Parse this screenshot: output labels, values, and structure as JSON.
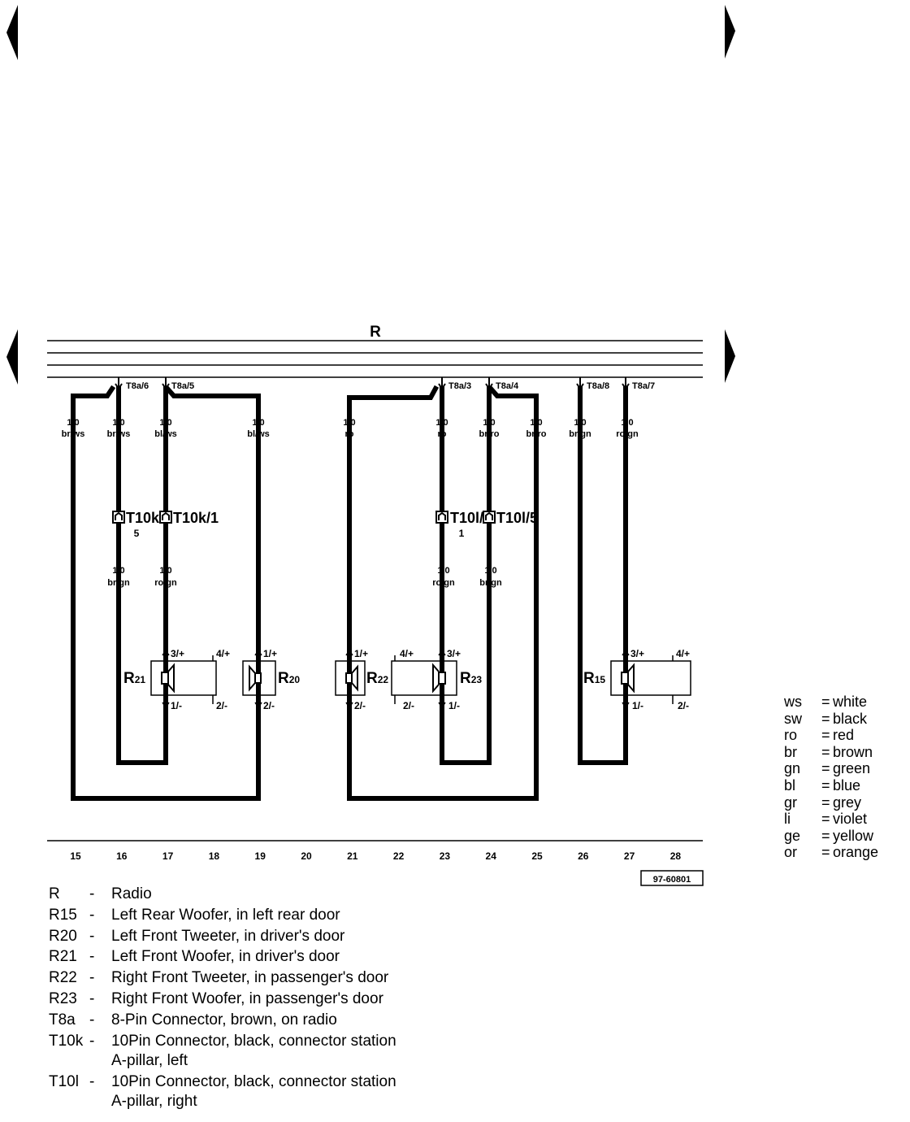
{
  "diagram": {
    "id": "97-60801",
    "radio_label": "R",
    "track_numbers": [
      "15",
      "16",
      "17",
      "18",
      "19",
      "20",
      "21",
      "22",
      "23",
      "24",
      "25",
      "26",
      "27",
      "28"
    ],
    "radio_pins": [
      {
        "id": "t8a6",
        "label": "T8a/6"
      },
      {
        "id": "t8a5",
        "label": "T8a/5"
      },
      {
        "id": "t8a3",
        "label": "T8a/3"
      },
      {
        "id": "t8a4",
        "label": "T8a/4"
      },
      {
        "id": "t8a8",
        "label": "T8a/8"
      },
      {
        "id": "t8a7",
        "label": "T8a/7"
      }
    ],
    "wires_top": [
      {
        "id": "w15",
        "size": "1,0",
        "color": "br/ws"
      },
      {
        "id": "w16",
        "size": "1,0",
        "color": "br/ws"
      },
      {
        "id": "w17",
        "size": "1,0",
        "color": "bl/ws"
      },
      {
        "id": "w19",
        "size": "1,0",
        "color": "bl/ws"
      },
      {
        "id": "w21",
        "size": "1,0",
        "color": "ro"
      },
      {
        "id": "w23",
        "size": "1,0",
        "color": "ro"
      },
      {
        "id": "w24",
        "size": "1,0",
        "color": "br/ro"
      },
      {
        "id": "w25",
        "size": "1,0",
        "color": "br/ro"
      },
      {
        "id": "w26",
        "size": "1,0",
        "color": "br/gn"
      },
      {
        "id": "w27",
        "size": "1,0",
        "color": "ro/gn"
      }
    ],
    "wires_lower": [
      {
        "id": "l16",
        "size": "1,0",
        "color": "br/gn"
      },
      {
        "id": "l17",
        "size": "1,0",
        "color": "ro/gn"
      },
      {
        "id": "l23",
        "size": "1,0",
        "color": "ro/gn"
      },
      {
        "id": "l24",
        "size": "1,0",
        "color": "br/gn"
      }
    ],
    "connectors": [
      {
        "id": "t10k5",
        "name": "T10k/",
        "sub": "5"
      },
      {
        "id": "t10k1",
        "name": "T10k/1",
        "sub": ""
      },
      {
        "id": "t10l1",
        "name": "T10l/",
        "sub": "1"
      },
      {
        "id": "t10l5",
        "name": "T10l/5",
        "sub": ""
      }
    ],
    "components": [
      {
        "id": "r21",
        "main": "R",
        "sub": "21"
      },
      {
        "id": "r20",
        "main": "R",
        "sub": "20"
      },
      {
        "id": "r22",
        "main": "R",
        "sub": "22"
      },
      {
        "id": "r23",
        "main": "R",
        "sub": "23"
      },
      {
        "id": "r15",
        "main": "R",
        "sub": "15"
      }
    ],
    "pin_labels": {
      "p3plus": "3/+",
      "p4plus": "4/+",
      "p1plus": "1/+",
      "p1minus": "1/-",
      "p2minus": "2/-"
    }
  },
  "legend": [
    {
      "code": "R",
      "desc": "Radio"
    },
    {
      "code": "R15",
      "desc": "Left Rear Woofer, in left rear door"
    },
    {
      "code": "R20",
      "desc": "Left Front Tweeter, in driver's door"
    },
    {
      "code": "R21",
      "desc": "Left Front Woofer, in driver's door"
    },
    {
      "code": "R22",
      "desc": "Right Front Tweeter, in passenger's door"
    },
    {
      "code": "R23",
      "desc": "Right Front Woofer, in passenger's door"
    },
    {
      "code": "T8a",
      "desc": "8-Pin Connector, brown, on radio"
    },
    {
      "code": "T10k",
      "desc": "10Pin Connector, black, connector station",
      "desc2": "A-pillar, left"
    },
    {
      "code": "T10l",
      "desc": "10Pin Connector, black, connector station",
      "desc2": "A-pillar, right"
    }
  ],
  "legend_dash": "-",
  "color_key": [
    {
      "code": "ws",
      "name": "white"
    },
    {
      "code": "sw",
      "name": "black"
    },
    {
      "code": "ro",
      "name": "red"
    },
    {
      "code": "br",
      "name": "brown"
    },
    {
      "code": "gn",
      "name": "green"
    },
    {
      "code": "bl",
      "name": "blue"
    },
    {
      "code": "gr",
      "name": "grey"
    },
    {
      "code": "li",
      "name": "violet"
    },
    {
      "code": "ge",
      "name": "yellow"
    },
    {
      "code": "or",
      "name": "orange"
    }
  ],
  "color_key_sep": "="
}
